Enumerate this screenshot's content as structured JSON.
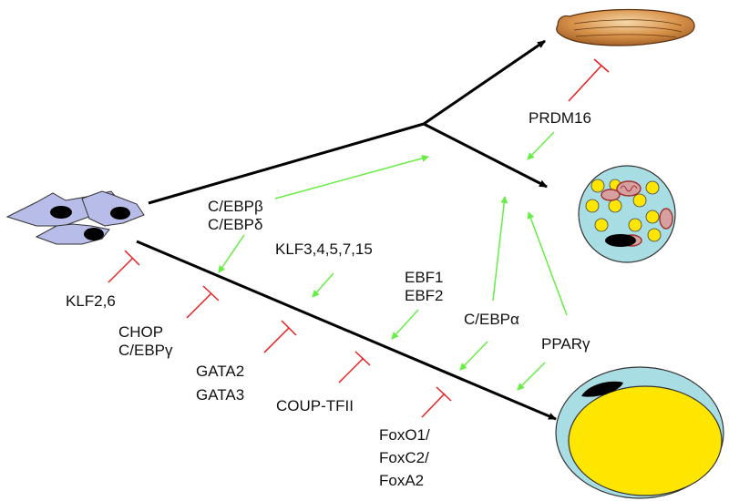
{
  "colors": {
    "lineage": "#000000",
    "activator": "#66ee44",
    "inhibitor": "#e62020",
    "mesenchymal_cell": "#b8bce8",
    "nucleus": "#000000",
    "muscle": "#d08a3a",
    "brown_adipocyte": "#a9dde4",
    "lipid": "#ffe600",
    "mitochondria": "#a03030",
    "white_adipocyte": "#a9dde4"
  },
  "labels": {
    "prdm16": "PRDM16",
    "cebp_beta": "C/EBPβ",
    "cebp_delta": "C/EBPδ",
    "klf_pro": "KLF3,4,5,7,15",
    "ebf1": "EBF1",
    "ebf2": "EBF2",
    "cebp_alpha": "C/EBPα",
    "ppar_gamma": "PPARγ",
    "klf26": "KLF2,6",
    "chop": "CHOP",
    "cebp_gamma": "C/EBPγ",
    "gata2": "GATA2",
    "gata3": "GATA3",
    "coup_tfii": "COUP-TFII",
    "foxo1": "FoxO1/",
    "foxc2": "FoxC2/",
    "foxa2": "FoxA2"
  }
}
